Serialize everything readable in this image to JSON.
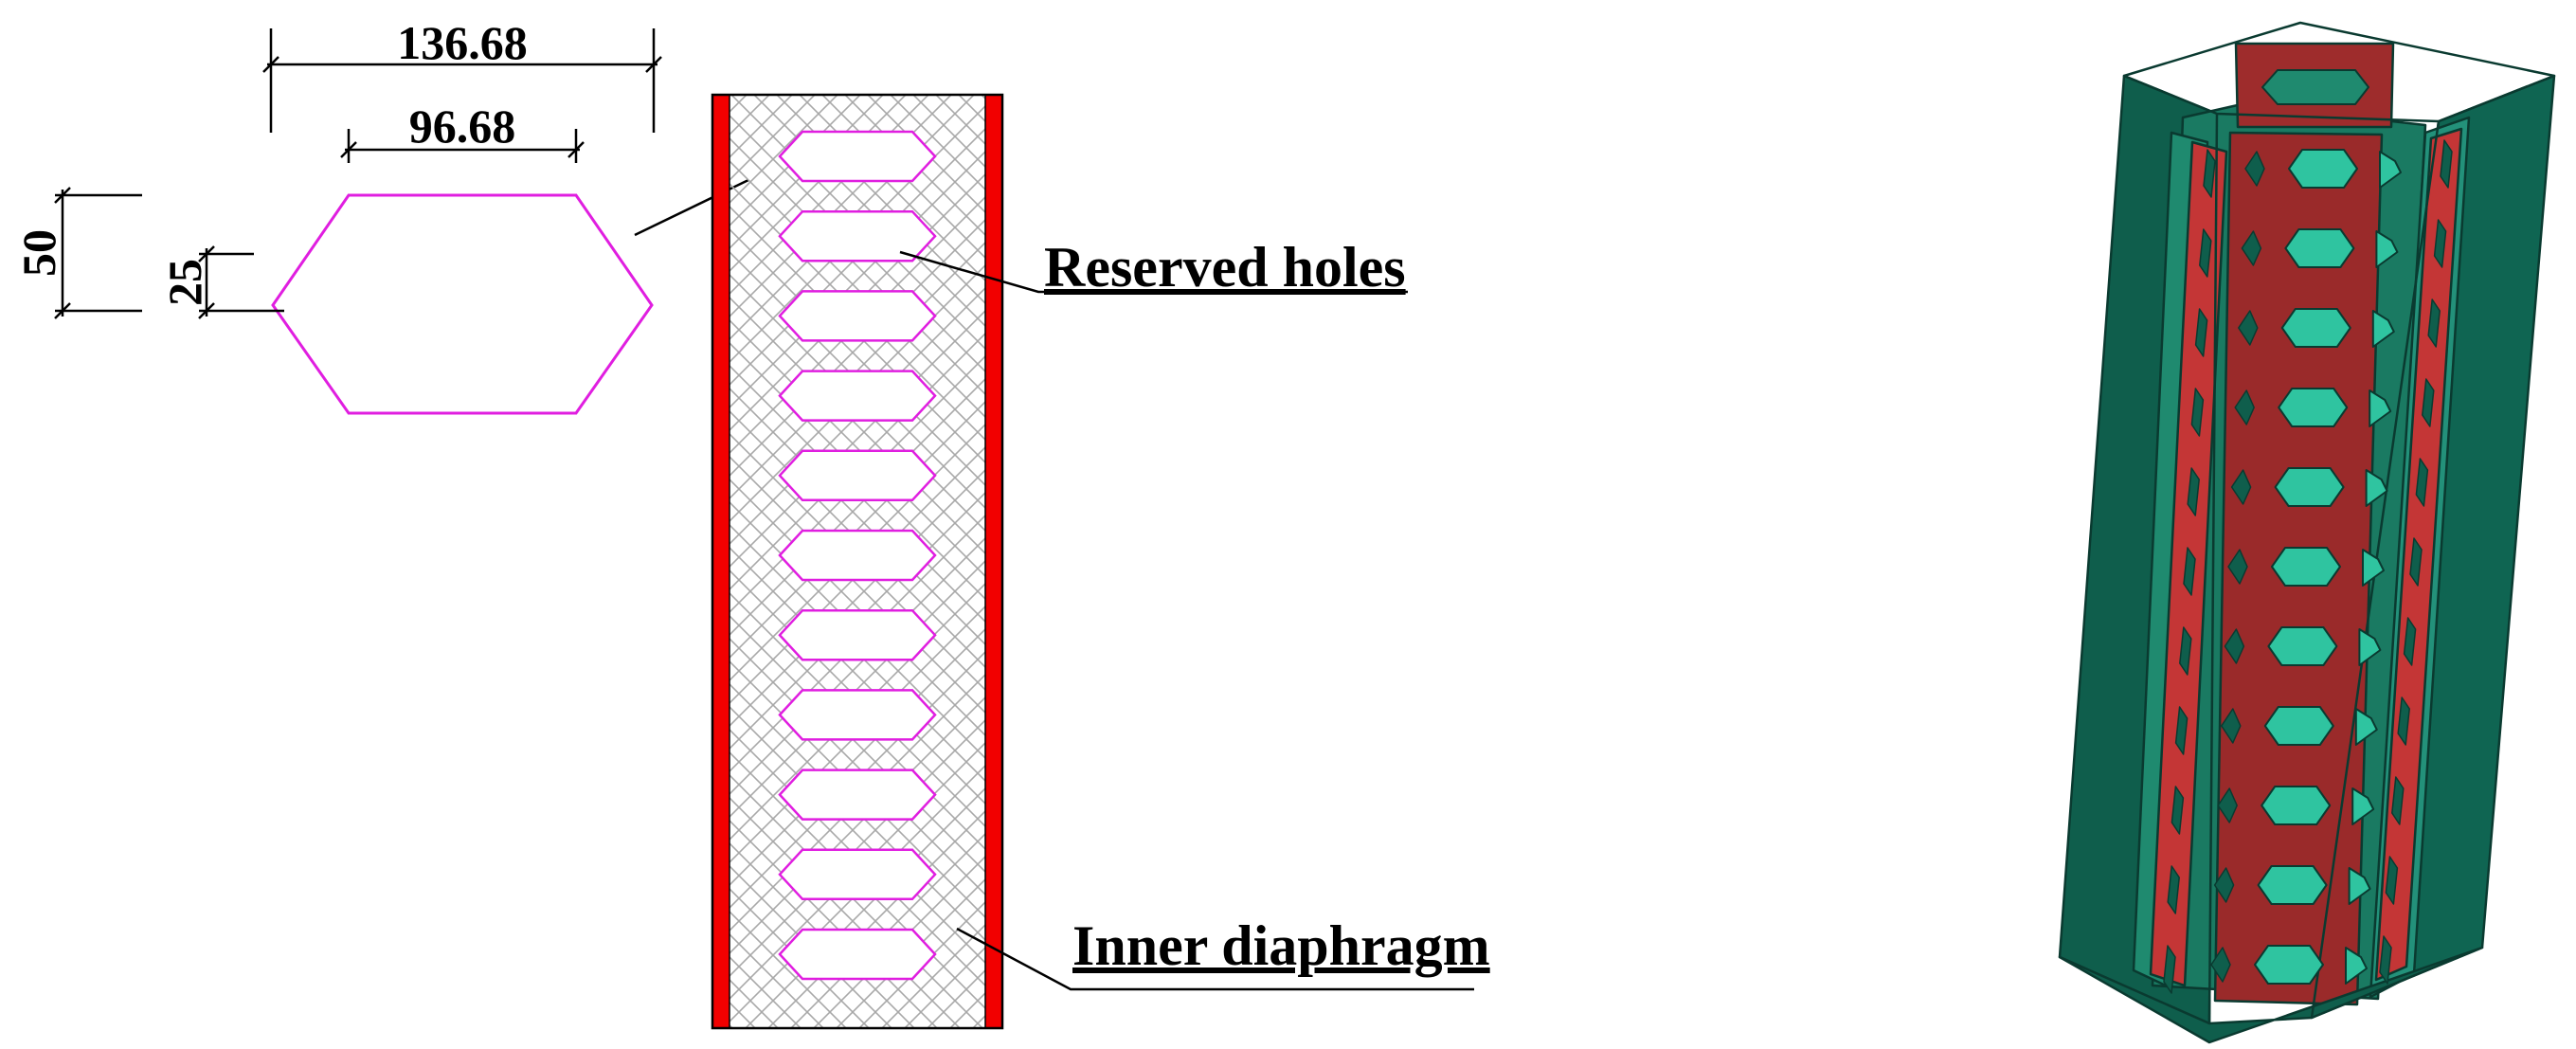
{
  "dimensions": {
    "overall_width": "136.68",
    "inner_width": "96.68",
    "overall_height": "50",
    "side_height": "25"
  },
  "callouts": {
    "reserved_holes": "Reserved holes",
    "inner_diaphragm": "Inner diaphragm"
  },
  "colors": {
    "hole_outline": "#e01ee0",
    "steel_plate": "#f20000",
    "hatch": "#9a9a9a",
    "model_teal_dark": "#0f5e4c",
    "model_teal_mid": "#1f8a6f",
    "model_teal_light": "#2fc4a0",
    "model_red": "#9a2a2a",
    "model_red_light": "#c43636"
  },
  "hole_count": 11
}
